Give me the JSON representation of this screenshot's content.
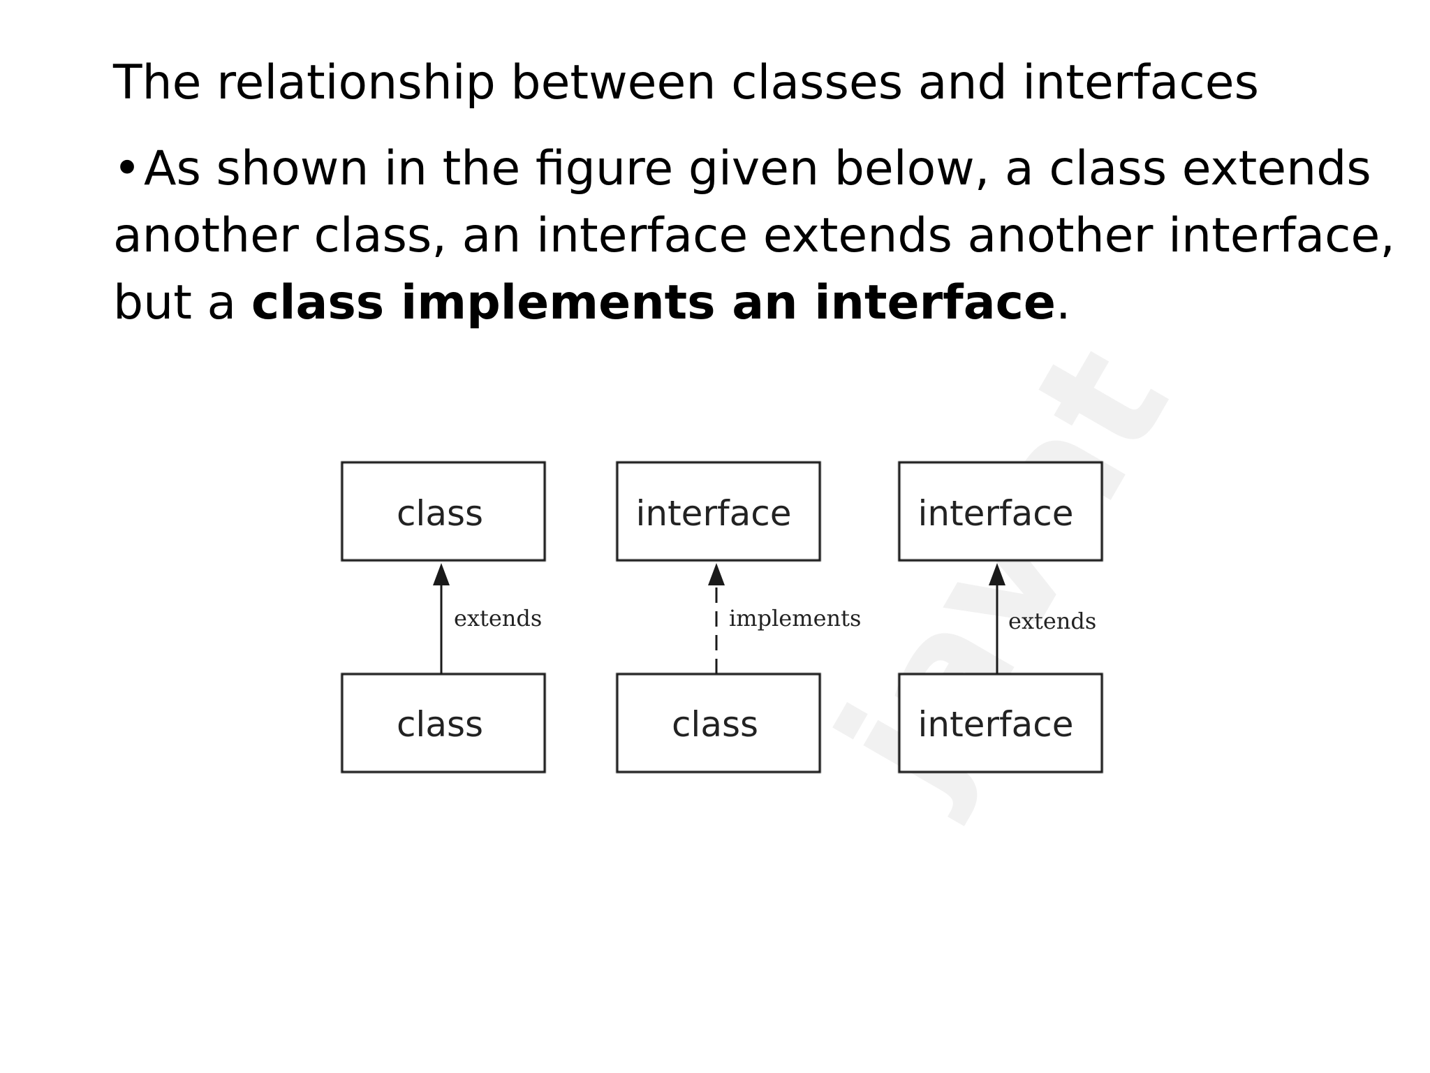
{
  "slide": {
    "title": "The relationship between classes and interfaces",
    "bullet": {
      "symbol": "•",
      "line1": "As shown in the figure given below, a class extends",
      "line2": "another class, an interface extends another interface,",
      "line3_prefix": "but a ",
      "line3_bold": "class implements an interface",
      "line3_suffix": "."
    }
  },
  "diagram": {
    "pairs": [
      {
        "top": "class",
        "bottom": "class",
        "relation": "extends",
        "line_style": "solid"
      },
      {
        "top": "interface",
        "bottom": "class",
        "relation": "implements",
        "line_style": "dashed"
      },
      {
        "top": "interface",
        "bottom": "interface",
        "relation": "extends",
        "line_style": "solid"
      }
    ]
  }
}
